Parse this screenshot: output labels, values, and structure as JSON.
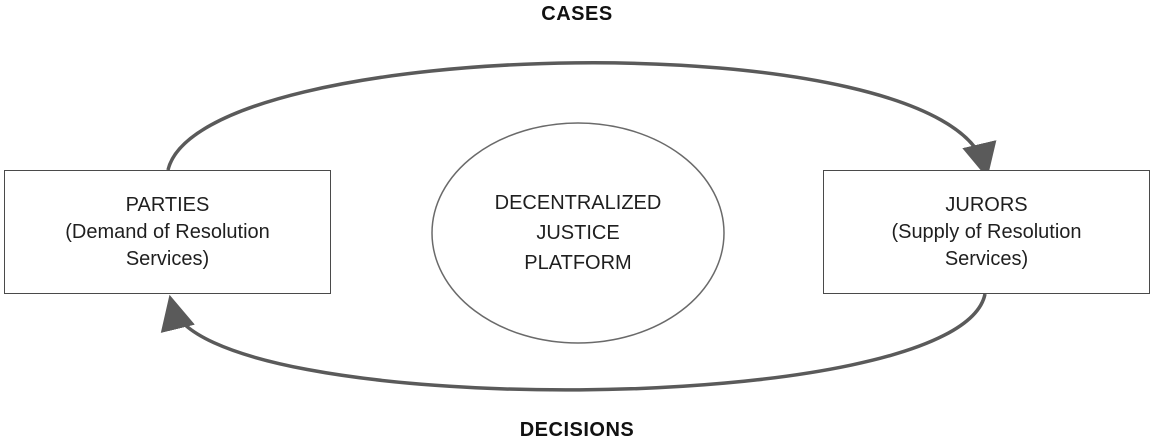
{
  "labels": {
    "cases": "CASES",
    "decisions": "DECISIONS"
  },
  "nodes": {
    "parties": {
      "title": "PARTIES",
      "line2": "(Demand of Resolution",
      "line3": "Services)"
    },
    "platform": {
      "line1": "DECENTRALIZED",
      "line2": "JUSTICE",
      "line3": "PLATFORM"
    },
    "jurors": {
      "title": "JURORS",
      "line2": "(Supply of Resolution",
      "line3": "Services)"
    }
  },
  "edges": [
    {
      "from": "parties",
      "to": "jurors",
      "label": "CASES"
    },
    {
      "from": "jurors",
      "to": "parties",
      "label": "DECISIONS"
    }
  ],
  "colors": {
    "arrow": "#5a5a5a",
    "box_border": "#4a4a4a",
    "circle_border": "#6a6a6a",
    "text": "#1f1f1f"
  }
}
